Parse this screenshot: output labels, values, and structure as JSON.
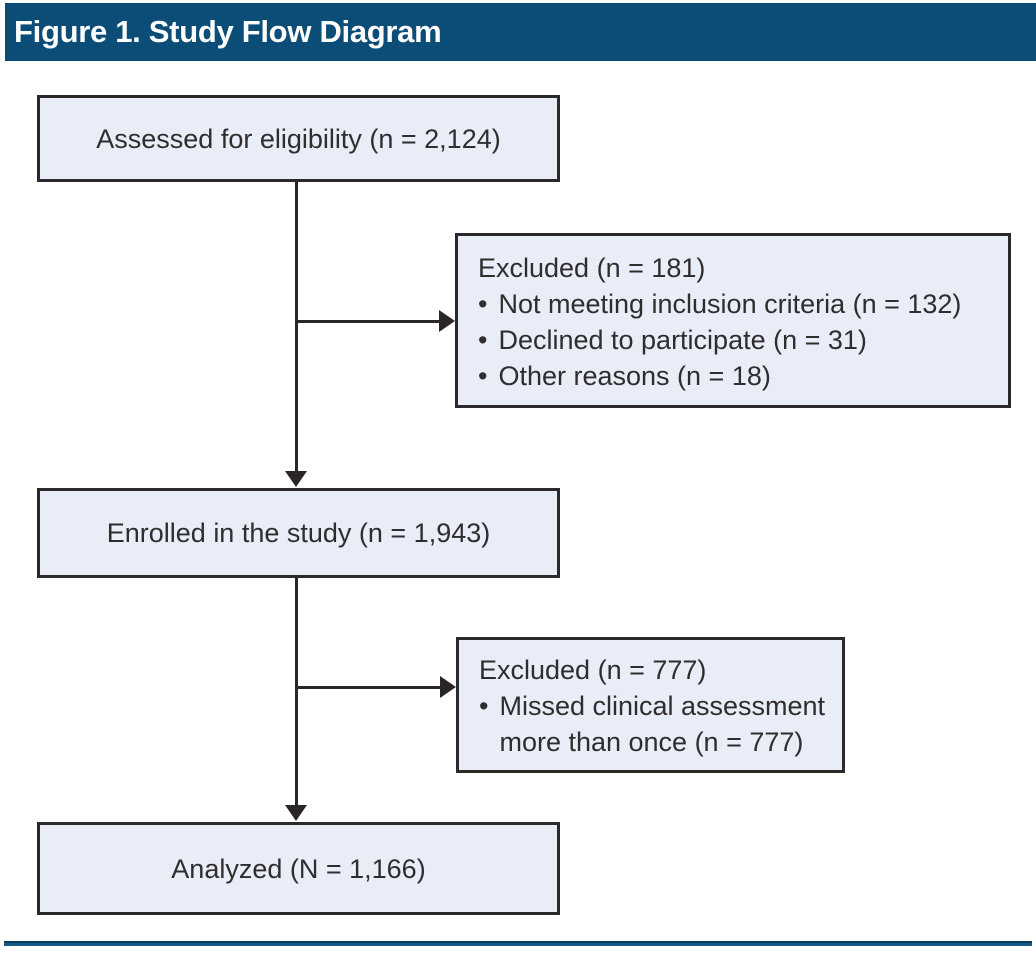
{
  "header": {
    "title": "Figure 1. Study Flow Diagram"
  },
  "diagram": {
    "assessed": {
      "label": "Assessed for eligibility (n = 2,124)"
    },
    "excluded1": {
      "title": "Excluded (n = 181)",
      "bullets": [
        "Not meeting inclusion criteria (n = 132)",
        "Declined to participate (n = 31)",
        "Other reasons (n = 18)"
      ]
    },
    "enrolled": {
      "label": "Enrolled in the study (n = 1,943)"
    },
    "excluded2": {
      "title": "Excluded (n = 777)",
      "bullets": [
        "Missed clinical assessment more than once (n = 777)"
      ]
    },
    "analyzed": {
      "label": "Analyzed (N = 1,166)"
    }
  },
  "colors": {
    "header_bg": "#0c4d78",
    "box_fill": "#e9edf8",
    "box_border": "#2b292a",
    "connector_line": "#2a2627",
    "bottom_rule": "#175a85",
    "header_text": "#ffffff",
    "box_text": "#2f2d2d"
  }
}
